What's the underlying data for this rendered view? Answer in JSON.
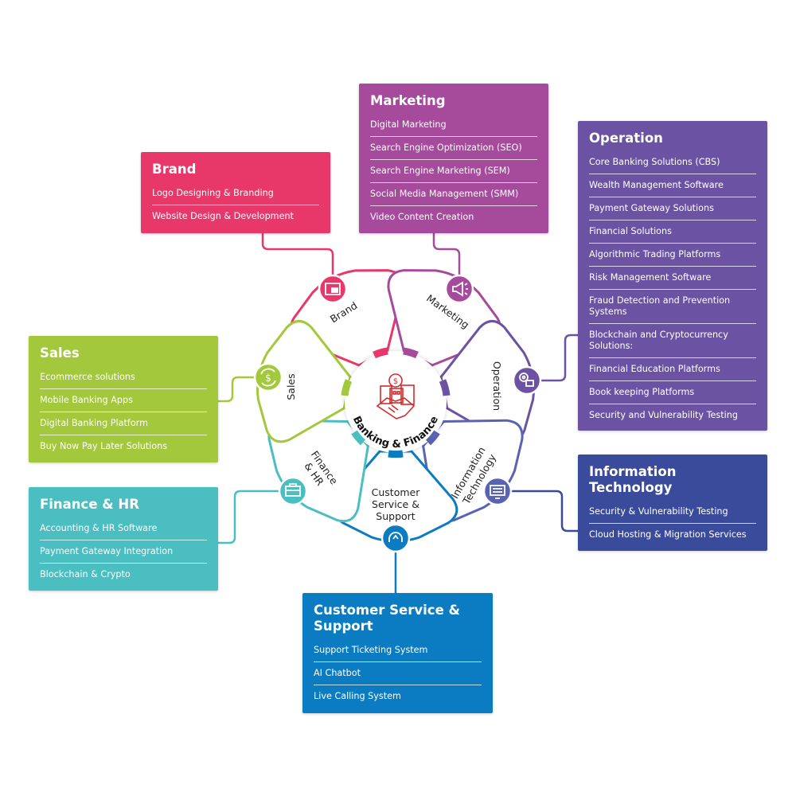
{
  "center": {
    "title": "Banking & Finance",
    "icon": "bank-handshake-icon",
    "color": "#d42b2b"
  },
  "categories": [
    {
      "key": "brand",
      "label": "Brand",
      "color": "#e8386a",
      "icon": "browser-window-icon",
      "items": [
        "Logo Designing & Branding",
        "Website Design & Development"
      ]
    },
    {
      "key": "marketing",
      "label": "Marketing",
      "color": "#a64a9c",
      "icon": "megaphone-icon",
      "items": [
        "Digital Marketing",
        "Search Engine Optimization (SEO)",
        "Search Engine Marketing (SEM)",
        "Social Media Management (SMM)",
        "Video Content Creation"
      ]
    },
    {
      "key": "operation",
      "label": "Operation",
      "color": "#6c52a3",
      "icon": "gears-icon",
      "items": [
        "Core Banking Solutions (CBS)",
        "Wealth Management Software",
        "Payment Gateway Solutions",
        "Financial Solutions",
        "Algorithmic Trading Platforms",
        "Risk Management Software",
        "Fraud Detection and Prevention Systems",
        "Blockchain and Cryptocurrency Solutions:",
        "Financial Education Platforms",
        "Book keeping Platforms",
        "Security and Vulnerability Testing"
      ]
    },
    {
      "key": "it",
      "label": "Information Technology",
      "petal_line1": "Information",
      "petal_line2": "Technology",
      "color": "#3b4b9b",
      "petal_color": "#5a63b3",
      "icon": "monitor-icon",
      "items": [
        "Security & Vulnerability Testing",
        "Cloud Hosting & Migration Services"
      ]
    },
    {
      "key": "cs",
      "label": "Customer Service & Support",
      "petal_line1": "Customer",
      "petal_line2": "Service &",
      "petal_line3": "Support",
      "color": "#0b7cc2",
      "icon": "headset-icon",
      "items": [
        "Support Ticketing System",
        "AI Chatbot",
        "Live Calling System"
      ]
    },
    {
      "key": "fhr",
      "label": "Finance & HR",
      "petal_line1": "Finance",
      "petal_line2": "& HR",
      "color": "#4bbec2",
      "icon": "briefcase-icon",
      "items": [
        "Accounting & HR Software",
        "Payment Gateway Integration",
        "Blockchain & Crypto"
      ]
    },
    {
      "key": "sales",
      "label": "Sales",
      "color": "#a3c83c",
      "icon": "dollar-cycle-icon",
      "items": [
        "Ecommerce solutions",
        "Mobile Banking Apps",
        "Digital Banking Platform",
        "Buy Now Pay Later Solutions"
      ]
    }
  ]
}
